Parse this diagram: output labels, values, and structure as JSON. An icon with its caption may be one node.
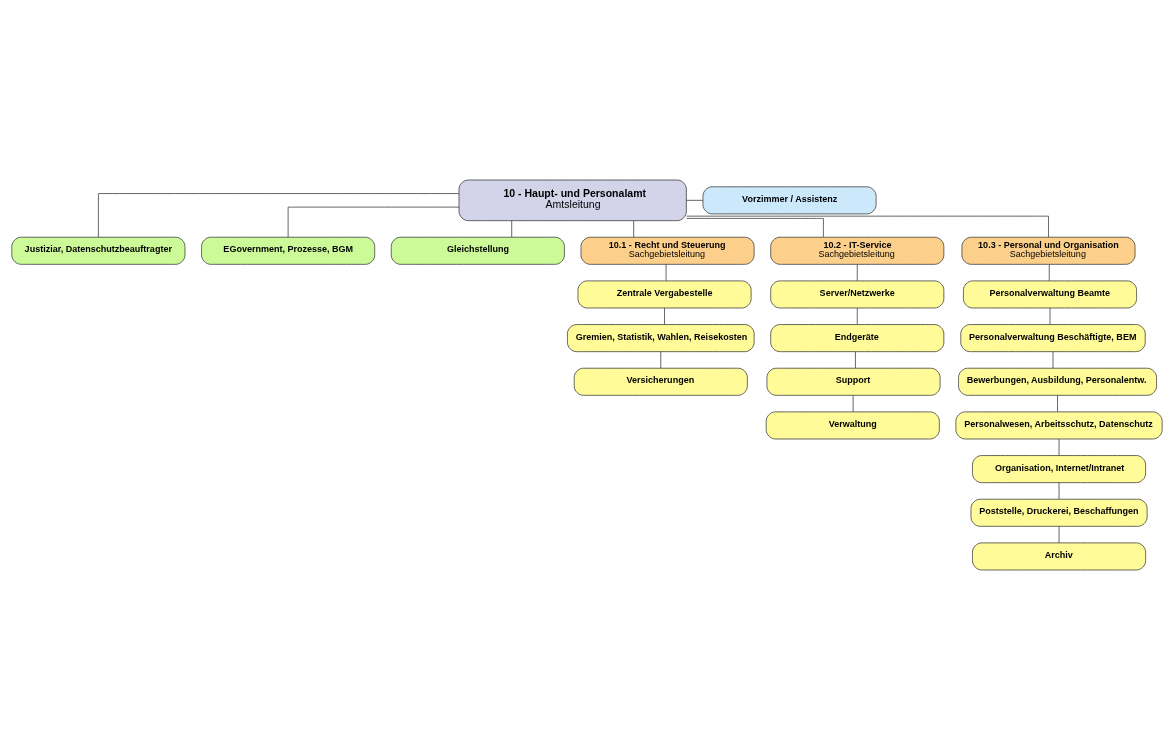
{
  "diagram": {
    "nodes": [
      {
        "text": [
          "10 - Haupt- und Personalamt",
          "Amtsleitung"
        ]
      },
      {
        "text": [
          "Vorzimmer / Assistenz"
        ]
      },
      {
        "text": [
          "Justiziar, Datenschutzbeauftragter"
        ]
      },
      {
        "text": [
          "EGovernment, Prozesse, BGM"
        ]
      },
      {
        "text": [
          "Gleichstellung"
        ]
      },
      {
        "text": [
          "10.1 - Recht und Steuerung",
          "Sachgebietsleitung"
        ]
      },
      {
        "text": [
          "10.2 - IT-Service",
          "Sachgebietsleitung"
        ]
      },
      {
        "text": [
          "10.3 - Personal und Organisation",
          "Sachgebietsleitung"
        ]
      },
      {
        "text": [
          "Zentrale Vergabestelle"
        ]
      },
      {
        "text": [
          "Gremien, Statistik, Wahlen, Reisekosten"
        ]
      },
      {
        "text": [
          "Versicherungen"
        ]
      },
      {
        "text": [
          "Server/Netzwerke"
        ]
      },
      {
        "text": [
          "Endgeräte"
        ]
      },
      {
        "text": [
          "Support"
        ]
      },
      {
        "text": [
          "Verwaltung"
        ]
      },
      {
        "text": [
          "Personalverwaltung Beamte"
        ]
      },
      {
        "text": [
          "Personalverwaltung Beschäftigte, BEM"
        ]
      },
      {
        "text": [
          "Bewerbungen, Ausbildung, Personalentw."
        ]
      },
      {
        "text": [
          "Personalwesen, Arbeitsschutz, Datenschutz"
        ]
      },
      {
        "text": [
          "Organisation, Internet/Intranet"
        ]
      },
      {
        "text": [
          "Poststelle, Druckerei, Beschaffungen"
        ]
      },
      {
        "text": [
          "Archiv"
        ]
      }
    ],
    "edges": [
      {
        "from": 1,
        "to": 0,
        "arrow": "none"
      },
      {
        "from": 0,
        "to": 2,
        "arrow": "none"
      },
      {
        "from": 0,
        "to": 3,
        "arrow": "none"
      },
      {
        "from": 0,
        "to": 4,
        "arrow": "none"
      },
      {
        "from": 0,
        "to": 5,
        "arrow": "none"
      },
      {
        "from": 0,
        "to": 6,
        "arrow": "none"
      },
      {
        "from": 0,
        "to": 7,
        "arrow": "none"
      },
      {
        "from": 5,
        "to": 8,
        "arrow": "none"
      },
      {
        "from": 8,
        "to": 9,
        "arrow": "none"
      },
      {
        "from": 9,
        "to": 10,
        "arrow": "none"
      },
      {
        "from": 6,
        "to": 11,
        "arrow": "none"
      },
      {
        "from": 11,
        "to": 12,
        "arrow": "none"
      },
      {
        "from": 12,
        "to": 13,
        "arrow": "none"
      },
      {
        "from": 13,
        "to": 14,
        "arrow": "none"
      },
      {
        "from": 7,
        "to": 15,
        "arrow": "none"
      },
      {
        "from": 15,
        "to": 16,
        "arrow": "none"
      },
      {
        "from": 16,
        "to": 17,
        "arrow": "none"
      },
      {
        "from": 17,
        "to": 18,
        "arrow": "none"
      },
      {
        "from": 18,
        "to": 19,
        "arrow": "none"
      },
      {
        "from": 19,
        "to": 20,
        "arrow": "none"
      },
      {
        "from": 20,
        "to": 21,
        "arrow": "none"
      }
    ]
  }
}
